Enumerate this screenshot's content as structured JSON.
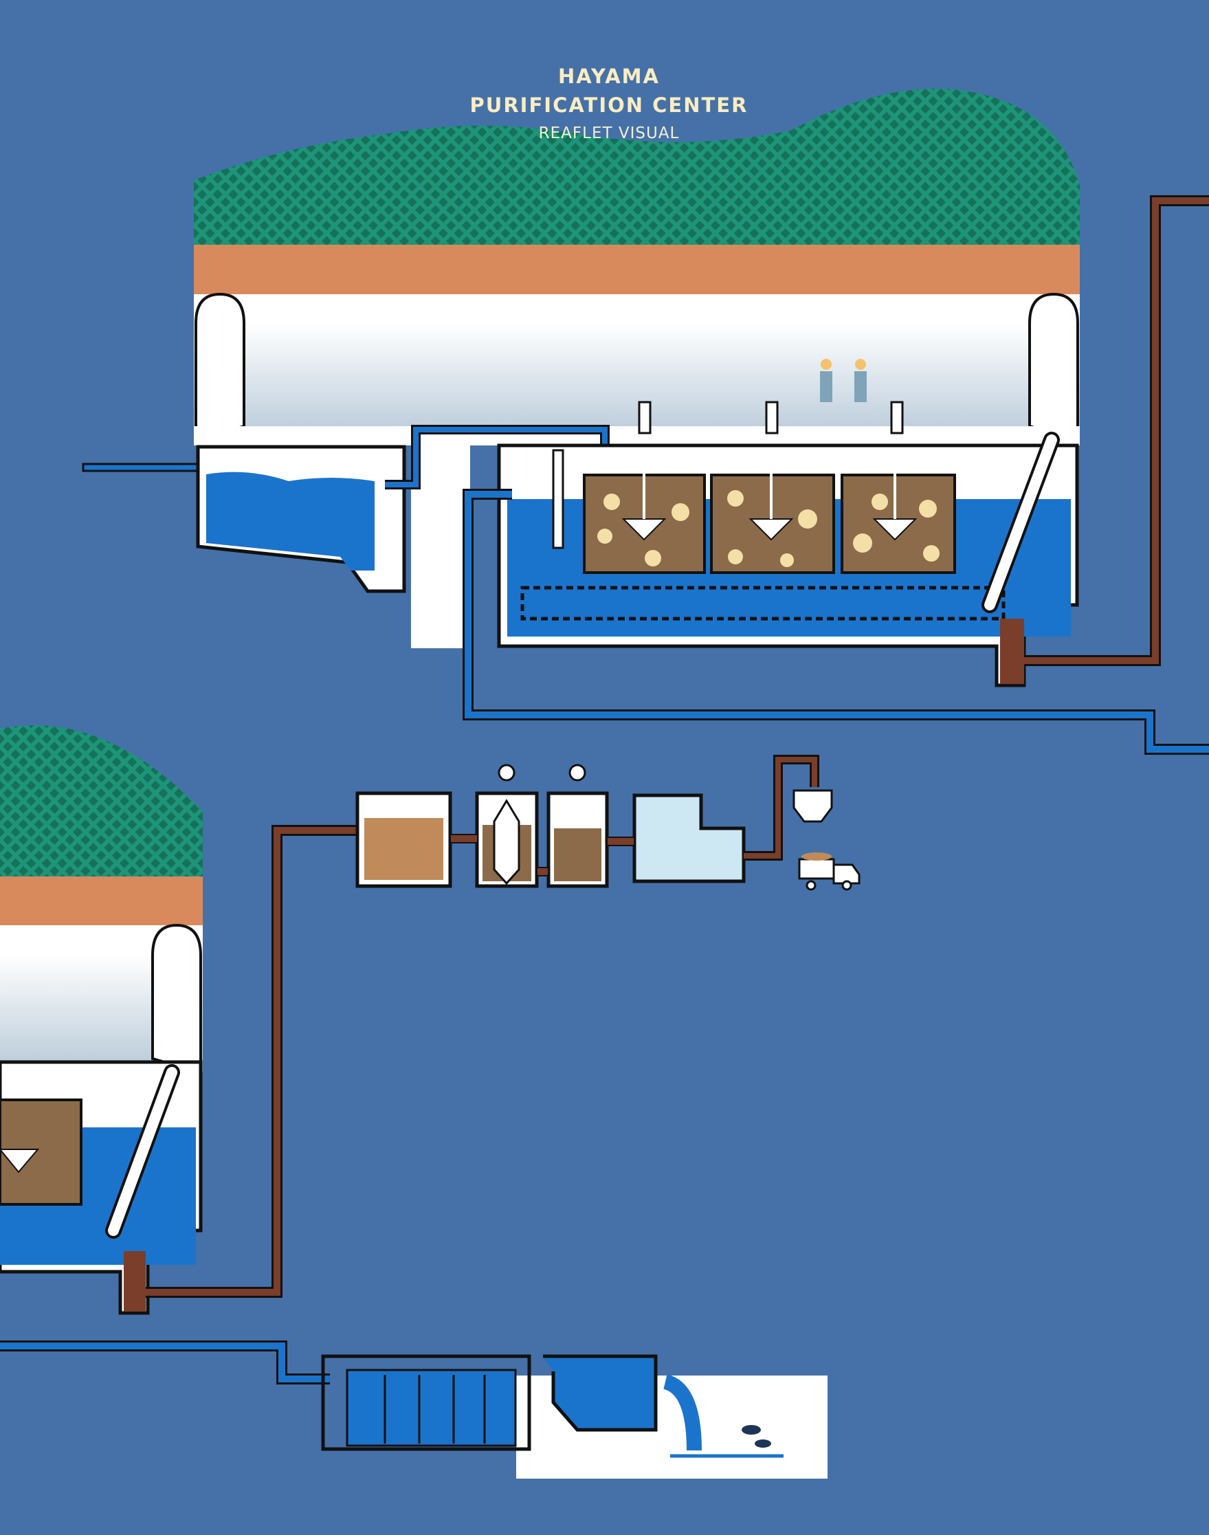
{
  "header": {
    "title_line1": "HAYAMA",
    "title_line2": "PURIFICATION CENTER",
    "subtitle": "REAFLET VISUAL"
  },
  "colors": {
    "background": "#4571a8",
    "hill": "#1e9479",
    "soil": "#d98a5c",
    "water": "#1b74cc",
    "sludge": "#8b6b4a",
    "sludge_pipe": "#7a3e2a",
    "title": "#fbecc2"
  }
}
